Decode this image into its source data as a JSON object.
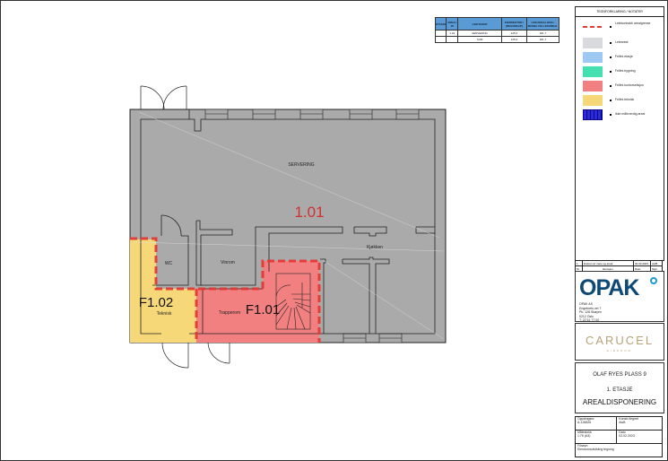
{
  "area_table": {
    "headers": [
      "ETASJE",
      "AREAL ID",
      "LEIETAKER",
      "EIERSEKTOR / (REGNSKAP)",
      "LEIEAREAL BRA / MODEL FELLESAREAL"
    ],
    "rows": [
      [
        "",
        "1.01",
        "SERVERING",
        "125,6",
        "181,7"
      ],
      [
        "",
        "",
        "SUM",
        "125,6",
        "181,7"
      ]
    ]
  },
  "legend": {
    "title": "TEGNFORKLARING / NOTATER",
    "items": [
      {
        "label": "Leiekontrakt/ arealgrense",
        "color": "#e53935",
        "type": "dashed"
      },
      {
        "label": "Leieareal",
        "color": "#d8dade",
        "type": "fill"
      },
      {
        "label": "Felles etasje",
        "color": "#9ec9f2",
        "type": "fill"
      },
      {
        "label": "Felles bygning",
        "color": "#44e0b0",
        "type": "fill"
      },
      {
        "label": "Felles kontorseksjon",
        "color": "#f28080",
        "type": "fill"
      },
      {
        "label": "Felles teknisk",
        "color": "#f7d878",
        "type": "fill"
      },
      {
        "label": "Ikke måleverdig areal",
        "color": "#2b2bd9",
        "type": "hatched"
      }
    ]
  },
  "revision_table": {
    "rows": [
      [
        "1",
        "Endret ref mete og areal",
        "02.02.2023",
        "AwB"
      ],
      [
        "Nr.",
        "Revisjon",
        "Dato",
        "Sign."
      ]
    ]
  },
  "company": {
    "logo": "OPAK",
    "address_lines": [
      "OPAK AS",
      "Engebrets vei 7",
      "Pb. 128 Skøyen",
      "0212 Oslo",
      "T: 22 51 77 00"
    ]
  },
  "client": {
    "name": "CARUCEL",
    "subtitle": "EIENDOM"
  },
  "title_block": {
    "address": "OLAF RYES PLASS 9",
    "floor": "1. ETASJE",
    "drawing_title": "AREALDISPONERING"
  },
  "info_table": {
    "oppdragsnr_label": "Oppdragsnr.",
    "oppdragsnr_value": "A-126826",
    "konstruert_label": "Konstr./tegnet",
    "konstruert_value": "AwB",
    "malestokk_label": "Målestokk",
    "malestokk_value": "1:75        (A3)",
    "dato_label": "Dato",
    "dato_value": "02.02.2023",
    "filnavn_label": "Filnavn:",
    "filnavn_value": "Eiendomsutvikling tegning"
  },
  "floorplan": {
    "rooms": [
      {
        "id": "1.01",
        "label": "SERVERING",
        "color": "#aaaaaa"
      },
      {
        "label": "Kjøkken"
      },
      {
        "label": "WC"
      },
      {
        "label": "Vinrom"
      },
      {
        "id": "F1.01",
        "label": "Trapperom",
        "color": "#f28080"
      },
      {
        "id": "F1.02",
        "label": "Teknisk",
        "color": "#f7d878"
      }
    ],
    "main_area_id_color": "#d32f2f",
    "boundary_color": "#e53935"
  }
}
